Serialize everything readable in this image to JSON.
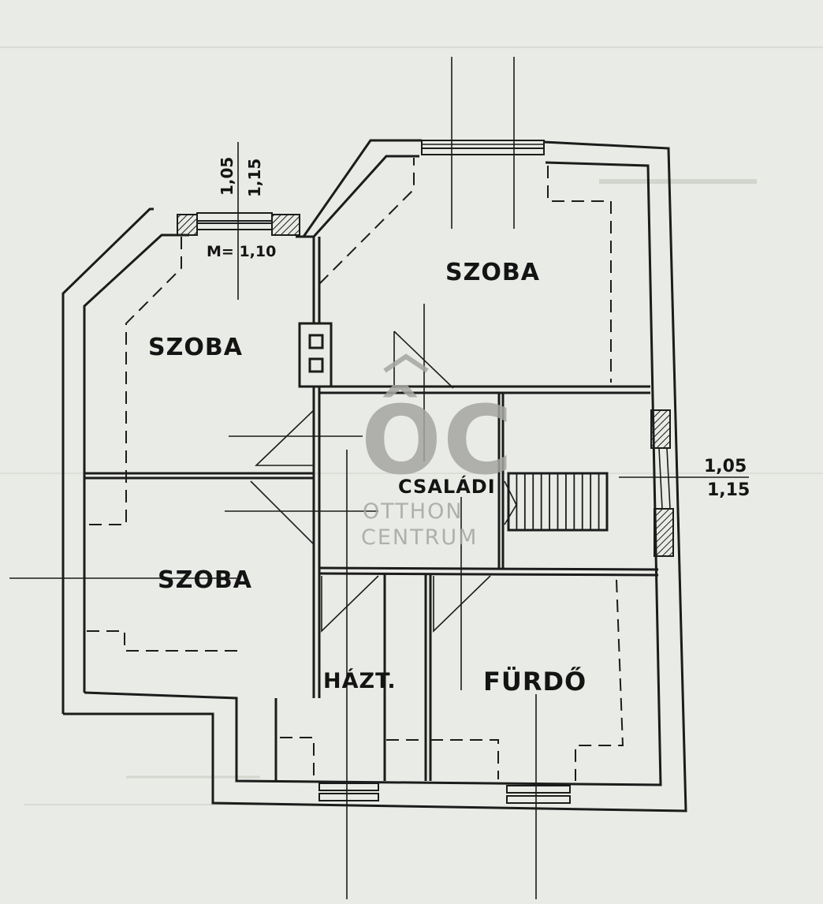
{
  "rooms": {
    "szoba_top_right": "SZOBA",
    "szoba_left_upper": "SZOBA",
    "szoba_left_lower": "SZOBA",
    "csaladi": "CSALÁDI",
    "hazt": "HÁZT.",
    "furdo": "FÜRDŐ"
  },
  "dimensions": {
    "window_left_top_a": "1,05",
    "window_left_top_b": "1,15",
    "sill_height": "M= 1,10",
    "window_right_a": "1,05",
    "window_right_b": "1,15"
  },
  "watermark": {
    "logo": "ÔC",
    "line1": "OTTHON",
    "line2": "CENTRUM"
  },
  "colors": {
    "paper": "#e9ebe6",
    "ink": "#1c1c1c",
    "watermark": "#a6a6a3"
  }
}
